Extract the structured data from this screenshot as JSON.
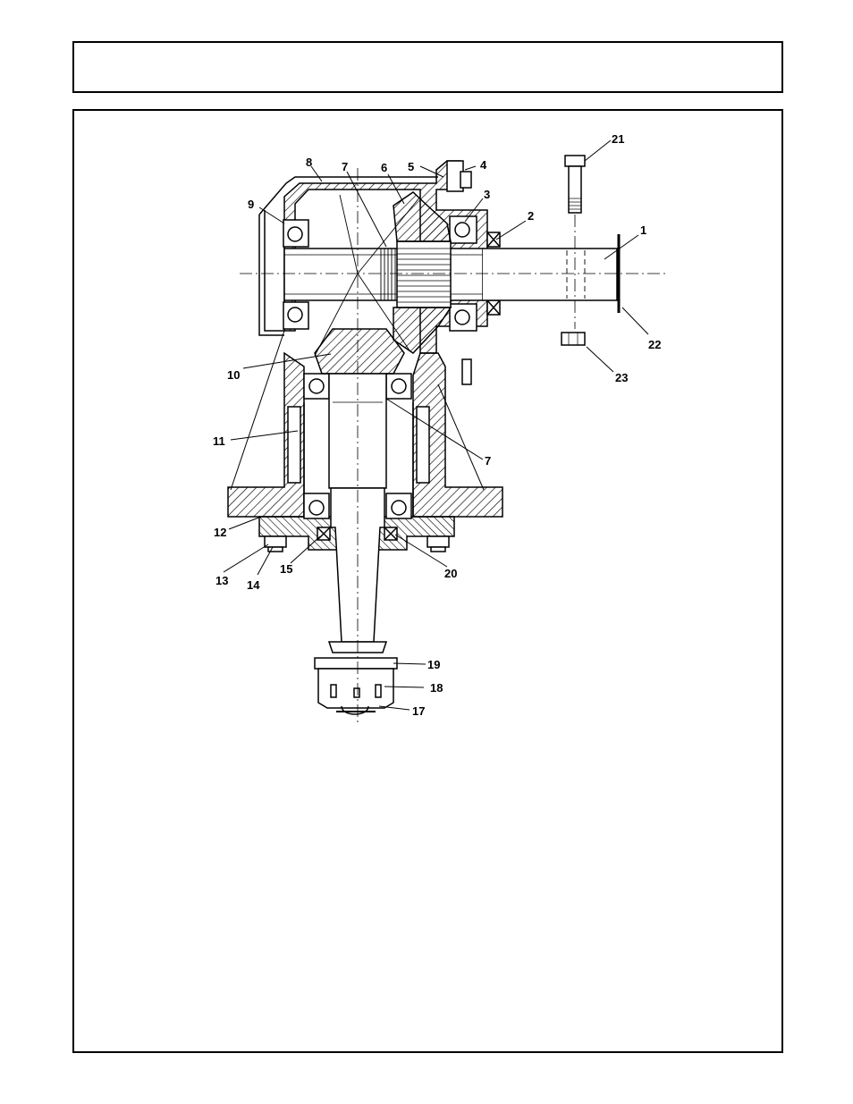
{
  "header": {
    "title": ""
  },
  "diagram": {
    "callouts": [
      "1",
      "2",
      "3",
      "4",
      "5",
      "6",
      "7",
      "8",
      "9",
      "10",
      "11",
      "12",
      "13",
      "14",
      "15",
      "17",
      "18",
      "19",
      "20",
      "21",
      "22",
      "23",
      "7"
    ],
    "colors": {
      "ink": "#000000",
      "paper": "#ffffff"
    }
  }
}
